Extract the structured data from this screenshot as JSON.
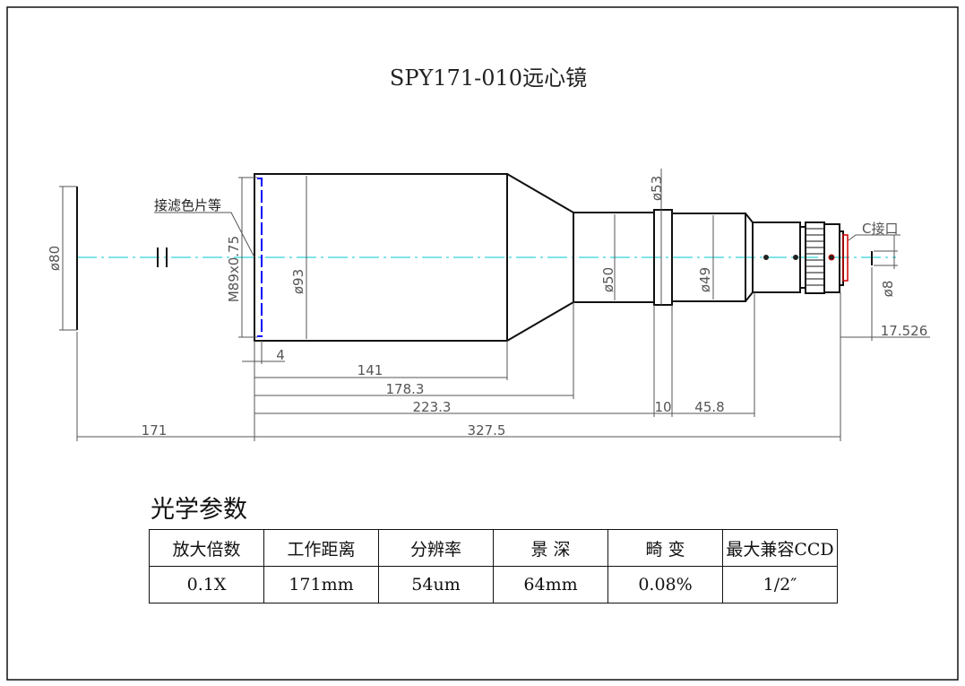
{
  "title": "SPY171-010远心镜",
  "labels": {
    "filter_note": "接滤色片等",
    "c_mount": "C接口",
    "thread": "M89x0.75",
    "dia_object": "ø80",
    "dia_93": "ø93",
    "dia_53": "ø53",
    "dia_50": "ø50",
    "dia_49": "ø49",
    "dia_8": "ø8"
  },
  "dimensions": {
    "d4": "4",
    "d141": "141",
    "d178": "178.3",
    "d223": "223.3",
    "d10": "10",
    "d45": "45.8",
    "d171": "171",
    "d327": "327.5",
    "d17": "17.526"
  },
  "colors": {
    "axis": "#00c8d0",
    "filter": "#0000ff",
    "mount": "#d00000"
  },
  "params": {
    "section_title": "光学参数",
    "headers": [
      "放大倍数",
      "工作距离",
      "分辨率",
      "景 深",
      "畸 变",
      "最大兼容CCD"
    ],
    "values": [
      "0.1X",
      "171mm",
      "54um",
      "64mm",
      "0.08%",
      "1/2″"
    ]
  }
}
